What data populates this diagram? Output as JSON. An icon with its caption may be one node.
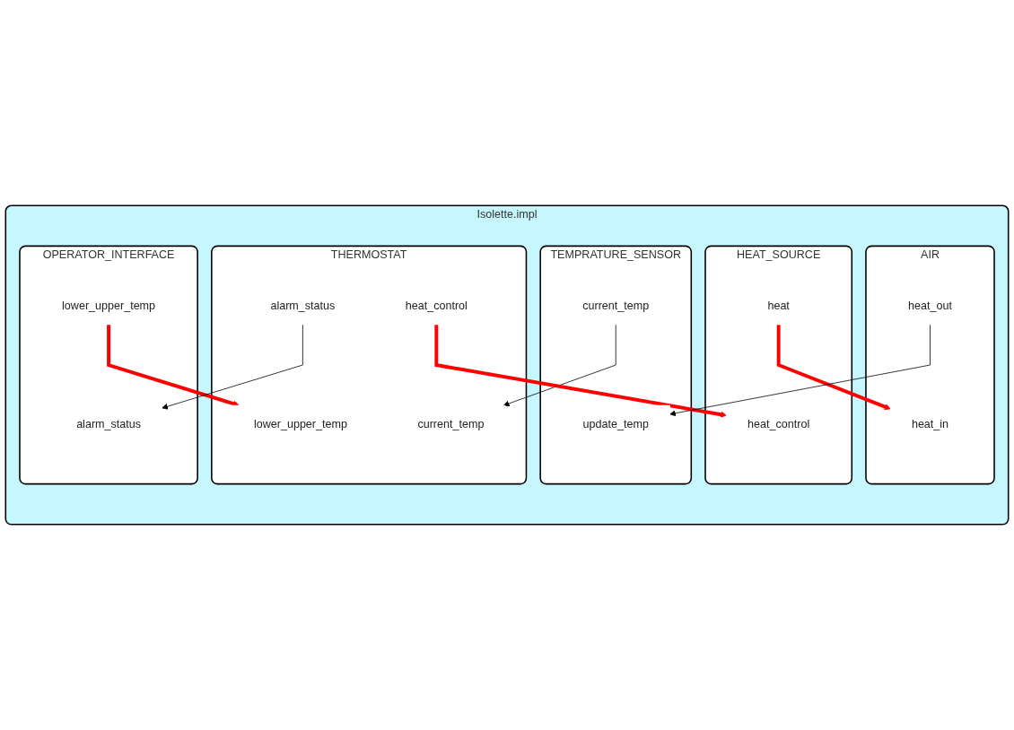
{
  "diagram": {
    "nodes": [
      {
        "text": [
          "Isolette.impl"
        ]
      },
      {
        "text": [
          "OPERATOR_INTERFACE"
        ],
        "in": 0
      },
      {
        "text": [
          "lower_upper_temp"
        ],
        "in": 1
      },
      {
        "text": [
          "alarm_status"
        ],
        "in": 1
      },
      {
        "text": [
          "THERMOSTAT"
        ],
        "in": 0
      },
      {
        "text": [
          "lower_upper_temp"
        ],
        "in": 4
      },
      {
        "text": [
          "alarm_status"
        ],
        "in": 4
      },
      {
        "text": [
          "current_temp"
        ],
        "in": 4
      },
      {
        "text": [
          "heat_control"
        ],
        "in": 4
      },
      {
        "text": [
          "TEMPRATURE_SENSOR"
        ],
        "in": 0
      },
      {
        "text": [
          "current_temp"
        ],
        "in": 9
      },
      {
        "text": [
          "update_temp"
        ],
        "in": 9
      },
      {
        "text": [
          "HEAT_SOURCE"
        ],
        "in": 0
      },
      {
        "text": [
          "heat_control"
        ],
        "in": 12
      },
      {
        "text": [
          "heat"
        ],
        "in": 12
      },
      {
        "text": [
          "AIR"
        ],
        "in": 0
      },
      {
        "text": [
          "heat_in"
        ],
        "in": 15
      },
      {
        "text": [
          "heat_out"
        ],
        "in": 15
      }
    ],
    "edges": [
      {
        "from": 2,
        "to": 5,
        "arrow": "to",
        "style": "thick",
        "color": "#ff0000"
      },
      {
        "from": 6,
        "to": 3,
        "arrow": "to",
        "color": "#000000"
      },
      {
        "from": 10,
        "to": 7,
        "arrow": "to",
        "color": "#000000"
      },
      {
        "from": 8,
        "to": 13,
        "arrow": "to",
        "style": "thick",
        "color": "#ff0000"
      },
      {
        "from": 14,
        "to": 16,
        "arrow": "to",
        "style": "thick",
        "color": "#ff0000"
      },
      {
        "from": 17,
        "to": 11,
        "arrow": "to",
        "color": "#000000"
      }
    ]
  }
}
